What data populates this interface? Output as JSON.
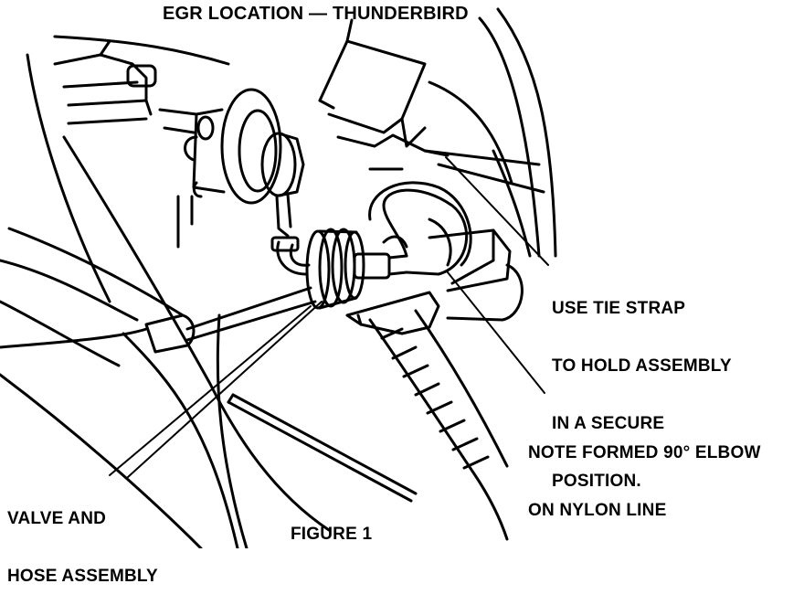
{
  "diagram": {
    "title": "EGR LOCATION — THUNDERBIRD",
    "callouts": {
      "tie_strap": [
        "USE TIE STRAP",
        "TO HOLD ASSEMBLY",
        "IN A SECURE",
        "POSITION."
      ],
      "elbow": [
        "NOTE FORMED 90° ELBOW",
        "ON NYLON LINE"
      ],
      "valve": [
        "VALVE AND",
        "HOSE ASSEMBLY"
      ]
    },
    "caption": "FIGURE 1"
  },
  "colors": {
    "ink": "#000000",
    "paper": "#ffffff"
  }
}
